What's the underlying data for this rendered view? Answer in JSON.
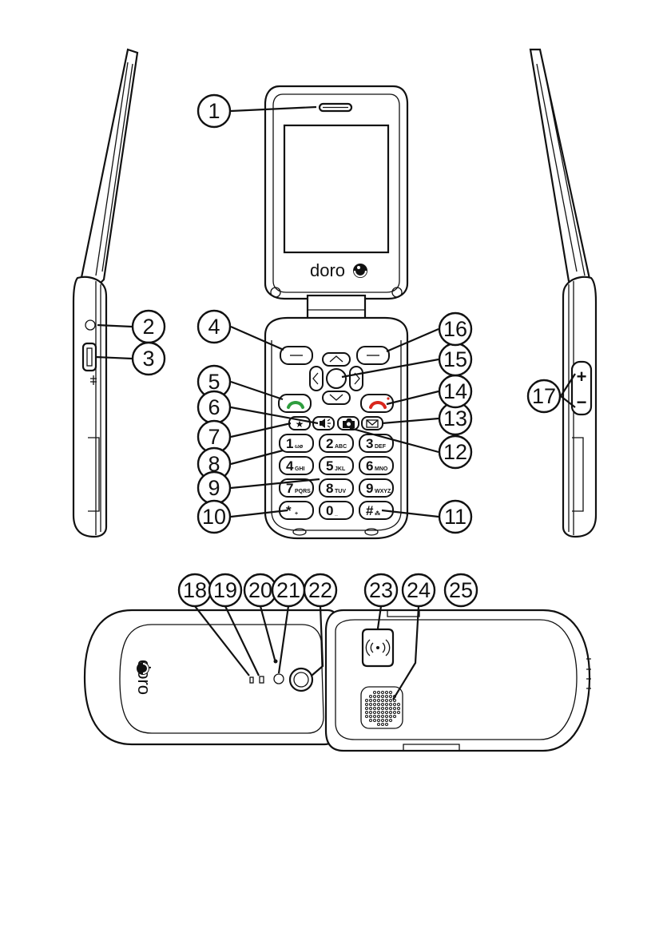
{
  "brand": {
    "logo_text": "doro"
  },
  "keypad": {
    "keys": [
      {
        "digit": "1",
        "letters": "ωø"
      },
      {
        "digit": "2",
        "letters": "ABC"
      },
      {
        "digit": "3",
        "letters": "DEF"
      },
      {
        "digit": "4",
        "letters": "GHI"
      },
      {
        "digit": "5",
        "letters": "JKL"
      },
      {
        "digit": "6",
        "letters": "MNO"
      },
      {
        "digit": "7",
        "letters": "PQRS"
      },
      {
        "digit": "8",
        "letters": "TUV"
      },
      {
        "digit": "9",
        "letters": "WXYZ"
      },
      {
        "digit": "*",
        "letters": "+"
      },
      {
        "digit": "0",
        "letters": "_"
      },
      {
        "digit": "#",
        "letters": "⁂"
      }
    ]
  },
  "volume": {
    "plus": "+",
    "minus": "−"
  },
  "callouts": [
    "1",
    "2",
    "3",
    "4",
    "5",
    "6",
    "7",
    "8",
    "9",
    "10",
    "11",
    "12",
    "13",
    "14",
    "15",
    "16",
    "17",
    "18",
    "19",
    "20",
    "21",
    "22",
    "23",
    "24",
    "25"
  ],
  "accents": {
    "call_key": "#2e9e3e",
    "end_key": "#d9261c",
    "ink": "#111111"
  }
}
